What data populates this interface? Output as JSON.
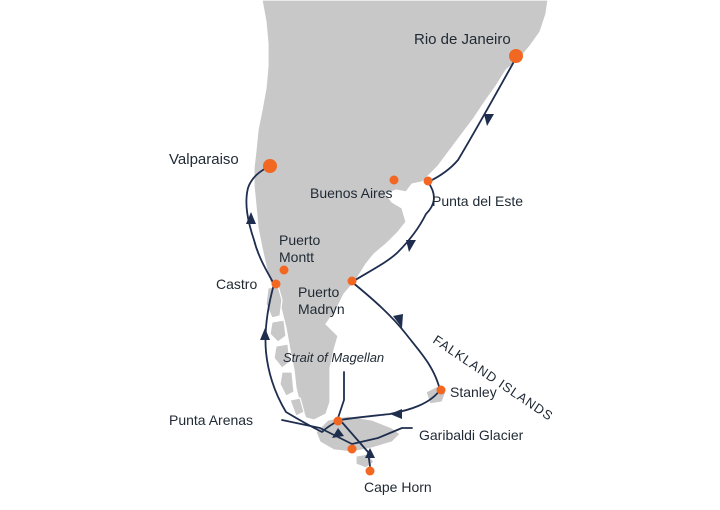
{
  "map": {
    "ports": {
      "rio": "Rio de Janeiro",
      "valparaiso": "Valparaiso",
      "buenos_aires": "Buenos Aires",
      "punta_del_este": "Punta del Este",
      "puerto_montt_1": "Puerto",
      "puerto_montt_2": "Montt",
      "castro": "Castro",
      "puerto_madryn_1": "Puerto",
      "puerto_madryn_2": "Madryn",
      "stanley": "Stanley",
      "punta_arenas": "Punta Arenas",
      "garibaldi": "Garibaldi Glacier",
      "cape_horn": "Cape Horn"
    },
    "strait": "Strait of Magellan",
    "region": "FALKLAND ISLANDS",
    "colors": {
      "land": "#c8c8c8",
      "route": "#1f2e4f",
      "port": "#f26722",
      "text": "#1f2933"
    }
  }
}
